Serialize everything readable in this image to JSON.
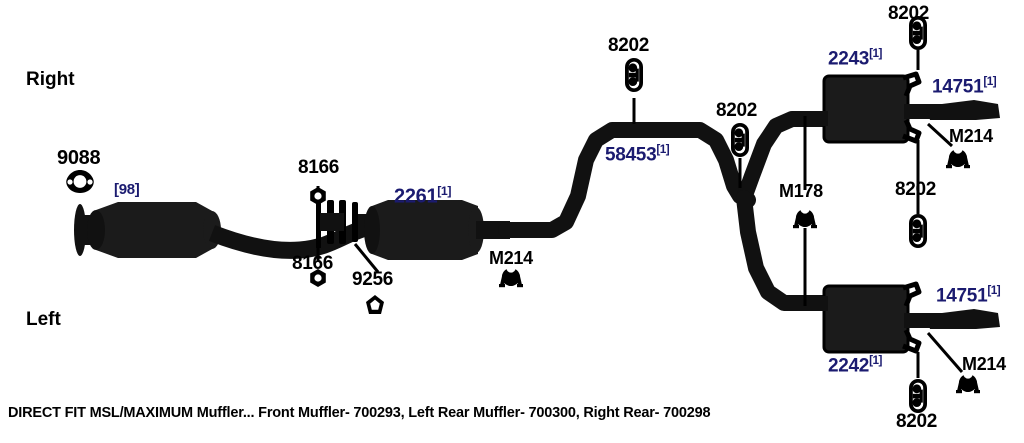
{
  "diagram": {
    "title_caption": "DIRECT FIT MSL/MAXIMUM Muffler... Front Muffler- 700293, Left Rear Muffler- 700300, Right Rear- 700298",
    "side_labels": {
      "top": "Right",
      "bottom": "Left"
    },
    "colors": {
      "part_number_blue": "#1b1b70",
      "hardware_black": "#000000",
      "pipe_black": "#111111",
      "background": "#ffffff"
    }
  },
  "labels": {
    "flange_gasket": "9088",
    "converter_note": "[98]",
    "nut_upper": "8166",
    "nut_lower": "8166",
    "clamp_ring": "9256",
    "front_muffler": "2261",
    "front_muffler_sup": "[1]",
    "hanger_front": "M214",
    "intermediate_pipe": "58453",
    "intermediate_pipe_sup": "[1]",
    "clamp_top_mid": "8202",
    "clamp_mid_right": "8202",
    "hanger_split": "M178",
    "muffler_right_rear": "2243",
    "muffler_right_rear_sup": "[1]",
    "clamp_top_right": "8202",
    "tailpipe_right": "14751",
    "tailpipe_right_sup": "[1]",
    "hanger_right_rear": "M214",
    "clamp_right_lower": "8202",
    "muffler_left_rear": "2242",
    "muffler_left_rear_sup": "[1]",
    "tailpipe_left": "14751",
    "tailpipe_left_sup": "[1]",
    "hanger_left_rear": "M214",
    "clamp_bottom": "8202"
  },
  "icons": {
    "flange_gasket": "flange-gasket-icon",
    "hex_nut": "hex-nut-icon",
    "clamp_ring": "clamp-ring-icon",
    "u_bolt_clamp": "u-bolt-clamp-icon",
    "rubber_hanger": "rubber-hanger-icon"
  },
  "parts_list": [
    {
      "ref": "9088",
      "kind": "flange-gasket",
      "color": "black"
    },
    {
      "ref": "[98]",
      "kind": "converter-note",
      "color": "blue"
    },
    {
      "ref": "8166",
      "kind": "hex-nut",
      "color": "black"
    },
    {
      "ref": "9256",
      "kind": "clamp-ring",
      "color": "black"
    },
    {
      "ref": "2261",
      "kind": "front-muffler",
      "color": "blue"
    },
    {
      "ref": "M214",
      "kind": "rubber-hanger",
      "color": "black"
    },
    {
      "ref": "58453",
      "kind": "intermediate-pipe",
      "color": "blue"
    },
    {
      "ref": "8202",
      "kind": "u-bolt-clamp",
      "color": "black"
    },
    {
      "ref": "M178",
      "kind": "rubber-hanger",
      "color": "black"
    },
    {
      "ref": "2243",
      "kind": "right-rear-muffler",
      "color": "blue"
    },
    {
      "ref": "2242",
      "kind": "left-rear-muffler",
      "color": "blue"
    },
    {
      "ref": "14751",
      "kind": "tailpipe",
      "color": "blue"
    }
  ]
}
